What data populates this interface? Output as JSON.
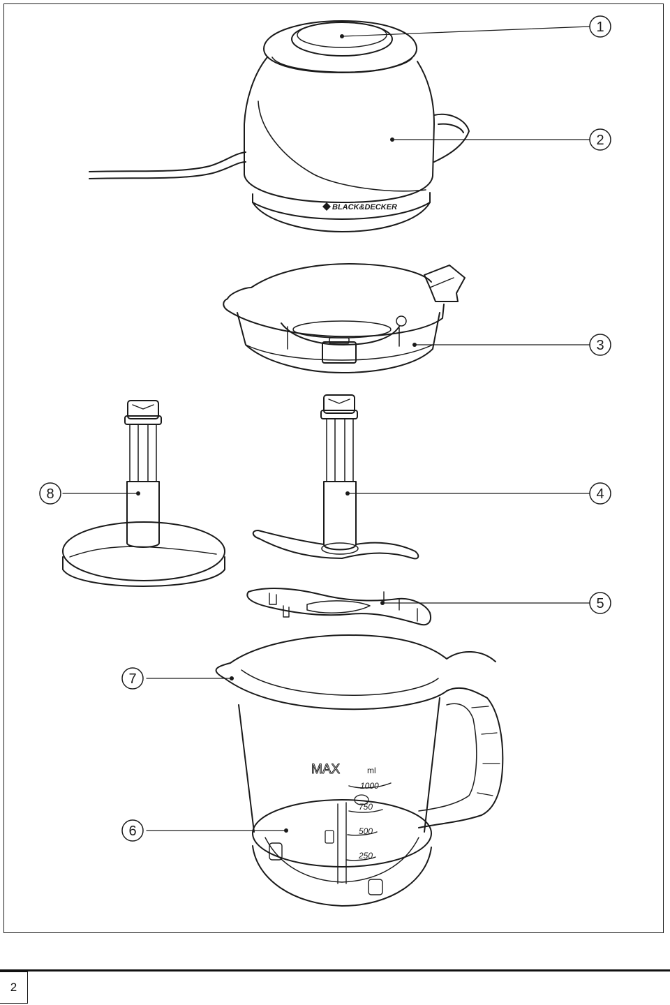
{
  "page_number": "2",
  "brand_logo_text": "BLACK&DECKER",
  "callouts": [
    "1",
    "2",
    "3",
    "4",
    "5",
    "6",
    "7",
    "8"
  ],
  "jug_markings": {
    "max": "MAX",
    "unit": "ml",
    "levels": [
      "1000",
      "750",
      "500",
      "250"
    ]
  }
}
